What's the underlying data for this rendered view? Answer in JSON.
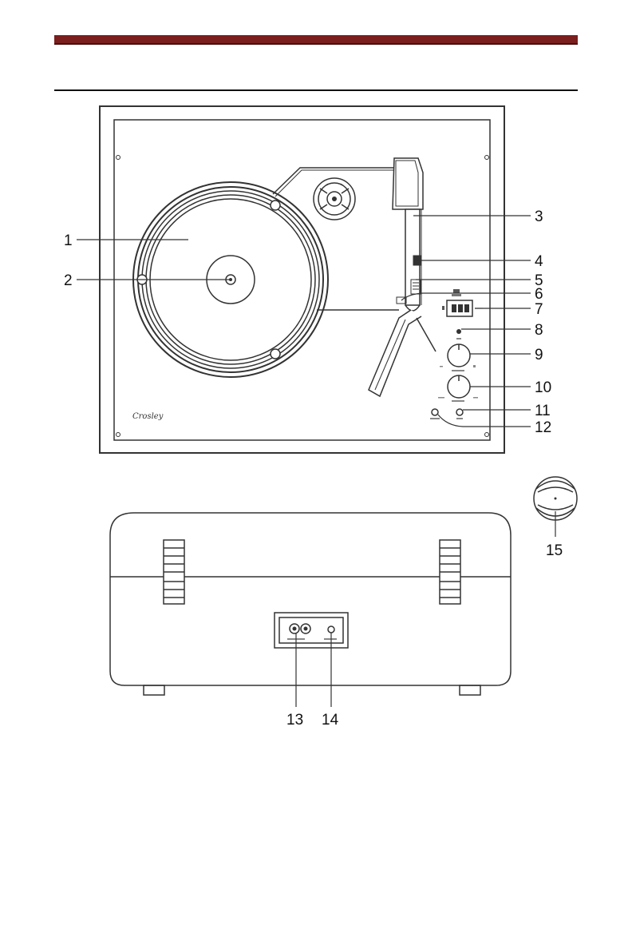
{
  "callouts": [
    {
      "n": "1"
    },
    {
      "n": "2"
    },
    {
      "n": "3"
    },
    {
      "n": "4"
    },
    {
      "n": "5"
    },
    {
      "n": "6"
    },
    {
      "n": "7"
    },
    {
      "n": "8"
    },
    {
      "n": "9"
    },
    {
      "n": "10"
    },
    {
      "n": "11"
    },
    {
      "n": "12"
    },
    {
      "n": "13"
    },
    {
      "n": "14"
    },
    {
      "n": "15"
    }
  ],
  "labels": {
    "logo": "Crosley"
  },
  "colors": {
    "header_bar": "#7a1e1e",
    "line": "#333333"
  }
}
